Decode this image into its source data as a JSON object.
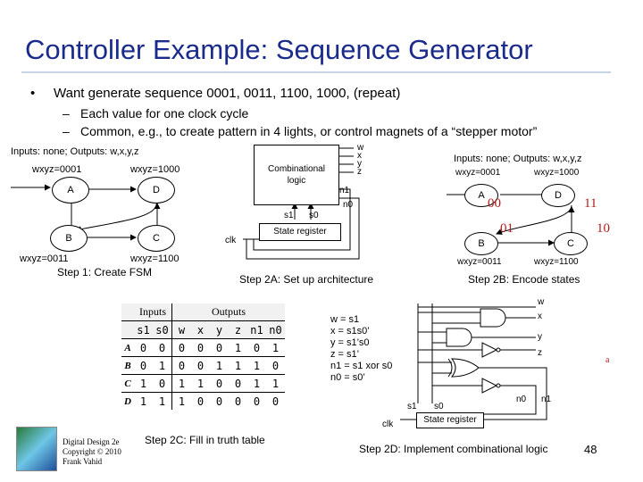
{
  "title": "Controller Example: Sequence Generator",
  "bullet": {
    "symbol": "•",
    "text": "Want generate sequence 0001, 0011, 1100, 1000, (repeat)",
    "subs": [
      {
        "dash": "–",
        "text": "Each value for one clock cycle"
      },
      {
        "dash": "–",
        "text": "Common, e.g., to create pattern in 4 lights, or control magnets of a “stepper motor”"
      }
    ]
  },
  "step1": {
    "header": "Inputs: none; Outputs: w,x,y,z",
    "states": [
      {
        "name": "A",
        "output": "wxyz=0001"
      },
      {
        "name": "D",
        "output": "wxyz=1000"
      },
      {
        "name": "B",
        "output": "wxyz=0011"
      },
      {
        "name": "C",
        "output": "wxyz=1100"
      }
    ],
    "caption": "Step 1: Create FSM"
  },
  "step2a": {
    "comb_logic": "Combinational logic",
    "outputs": [
      "w",
      "x",
      "y",
      "z"
    ],
    "n1": "n1",
    "n0": "n0",
    "s1": "s1",
    "s0": "s0",
    "clk": "clk",
    "state_register": "State register",
    "caption": "Step 2A: Set up architecture"
  },
  "step2b": {
    "header": "Inputs: none; Outputs: w,x,y,z",
    "states": [
      {
        "name": "A",
        "output": "wxyz=0001",
        "code": "00"
      },
      {
        "name": "D",
        "output": "wxyz=1000",
        "code": "11"
      },
      {
        "name": "B",
        "output": "wxyz=0011",
        "code": "01"
      },
      {
        "name": "C",
        "output": "wxyz=1100",
        "code": "10"
      }
    ],
    "caption": "Step 2B: Encode states"
  },
  "step2c": {
    "group_inputs": "Inputs",
    "group_outputs": "Outputs",
    "columns": [
      "s1",
      "s0",
      "w",
      "x",
      "y",
      "z",
      "n1",
      "n0"
    ],
    "rows": [
      {
        "label": "A",
        "values": [
          "0",
          "0",
          "0",
          "0",
          "0",
          "1",
          "0",
          "1"
        ]
      },
      {
        "label": "B",
        "values": [
          "0",
          "1",
          "0",
          "0",
          "1",
          "1",
          "1",
          "0"
        ]
      },
      {
        "label": "C",
        "values": [
          "1",
          "0",
          "1",
          "1",
          "0",
          "0",
          "1",
          "1"
        ]
      },
      {
        "label": "D",
        "values": [
          "1",
          "1",
          "1",
          "0",
          "0",
          "0",
          "0",
          "0"
        ]
      }
    ],
    "caption": "Step 2C: Fill in truth table"
  },
  "step2d": {
    "equations": [
      "w = s1",
      "x = s1s0’",
      "y = s1’s0",
      "z = s1’",
      "n1 = s1 xor s0",
      "n0 = s0’"
    ],
    "outputs": [
      "w",
      "x",
      "y",
      "z"
    ],
    "s1": "s1",
    "s0": "s0",
    "n0": "n0",
    "n1": "n1",
    "clk": "clk",
    "state_register": "State register",
    "mark": "a",
    "caption": "Step 2D: Implement combinational logic"
  },
  "footer": {
    "copyright": [
      "Digital Design 2e",
      "Copyright © 2010",
      "Frank Vahid"
    ],
    "page_number": "48"
  }
}
